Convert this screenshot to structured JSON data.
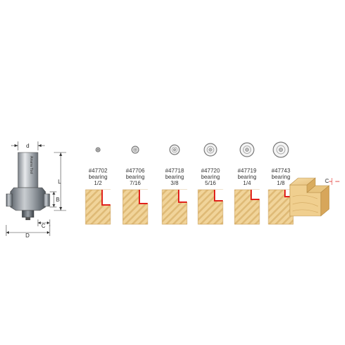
{
  "router_bit": {
    "brand_text": "Amana Tool",
    "dimensions": {
      "shank_d": "d",
      "length": "L",
      "height": "B",
      "cut_depth": "C",
      "diameter": "D"
    }
  },
  "bearings": [
    {
      "part": "#47702",
      "word": "bearing",
      "size": "1/2",
      "rabbet_depth": 0.5
    },
    {
      "part": "#47706",
      "word": "bearing",
      "size": "7/16",
      "rabbet_depth": 0.4375
    },
    {
      "part": "#47718",
      "word": "bearing",
      "size": "3/8",
      "rabbet_depth": 0.375
    },
    {
      "part": "#47720",
      "word": "bearing",
      "size": "5/16",
      "rabbet_depth": 0.3125
    },
    {
      "part": "#47719",
      "word": "bearing",
      "size": "1/4",
      "rabbet_depth": 0.25
    },
    {
      "part": "#47743",
      "word": "bearing",
      "size": "1/8",
      "rabbet_depth": 0.125
    }
  ],
  "workpiece": {
    "dimension_label": "C"
  },
  "colors": {
    "profile_line": "#e0201b",
    "wood": "#f1d49a",
    "wood_grain": "#d9b26a",
    "steel": "#9aa0a6",
    "dim_line": "#333333"
  }
}
